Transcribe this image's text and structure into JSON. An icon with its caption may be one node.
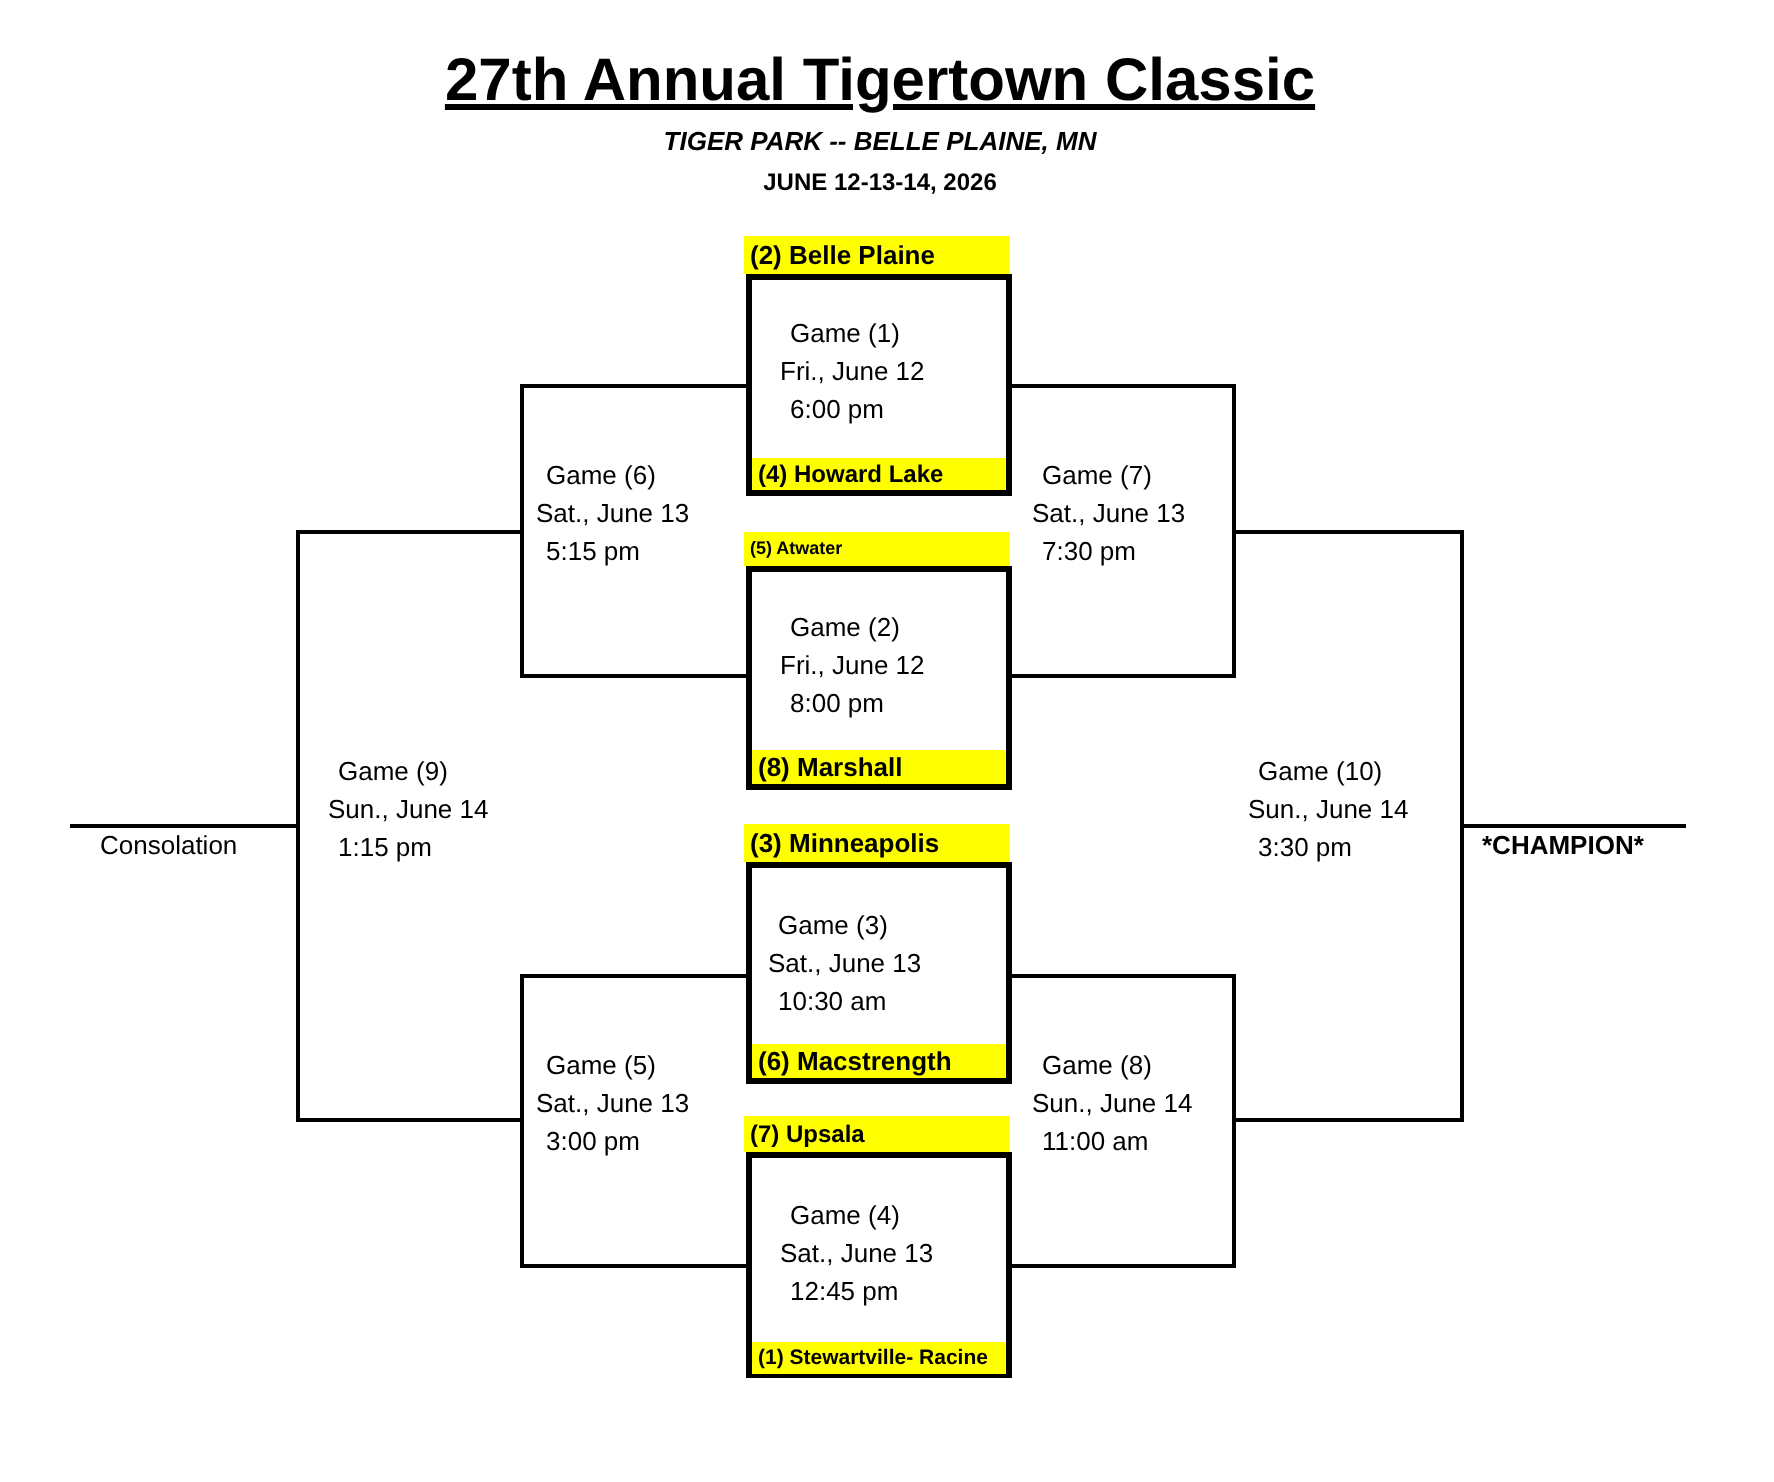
{
  "diagram": {
    "title": "27th Annual Tigertown Classic",
    "nodes": [
      {
        "text": [
          "(2) Belle Plaine"
        ]
      },
      {
        "text": [
          "Game (1)",
          "Fri., June 12",
          "6:00 pm"
        ]
      },
      {
        "text": [
          "(4) Howard Lake"
        ],
        "in": 1
      },
      {
        "text": [
          "(5) Atwater"
        ]
      },
      {
        "text": [
          "Game (2)",
          "Fri., June 12",
          "8:00 pm"
        ]
      },
      {
        "text": [
          "(8)  Marshall"
        ],
        "in": 4
      },
      {
        "text": [
          "(3) Minneapolis"
        ]
      },
      {
        "text": [
          "Game (3)",
          "Sat., June 13",
          "10:30 am"
        ]
      },
      {
        "text": [
          "(6) Macstrength"
        ],
        "in": 7
      },
      {
        "text": [
          "(7) Upsala"
        ]
      },
      {
        "text": [
          "Game (4)",
          "Sat., June 13",
          "12:45 pm"
        ]
      },
      {
        "text": [
          "(1) Stewartville- Racine"
        ],
        "in": 10
      },
      {
        "text": [
          "Game (6)",
          "Sat., June 13",
          "5:15 pm"
        ]
      },
      {
        "text": [
          "Game (7)",
          "Sat., June 13",
          "7:30 pm"
        ]
      },
      {
        "text": [
          "Game (5)",
          "Sat., June 13",
          "3:00 pm"
        ]
      },
      {
        "text": [
          "Game (8)",
          "Sun., June 14",
          "11:00 am"
        ]
      },
      {
        "text": [
          "Game (9)",
          "Sun., June 14",
          "1:15 pm"
        ]
      },
      {
        "text": [
          "Game (10)",
          "Sun., June 14",
          "3:30 pm"
        ]
      },
      {
        "text": [
          "Consolation"
        ]
      },
      {
        "text": [
          "*CHAMPION*"
        ]
      }
    ],
    "labels": [
      "TIGER PARK -- BELLE PLAINE, MN",
      "JUNE 12-13-14, 2026"
    ]
  }
}
